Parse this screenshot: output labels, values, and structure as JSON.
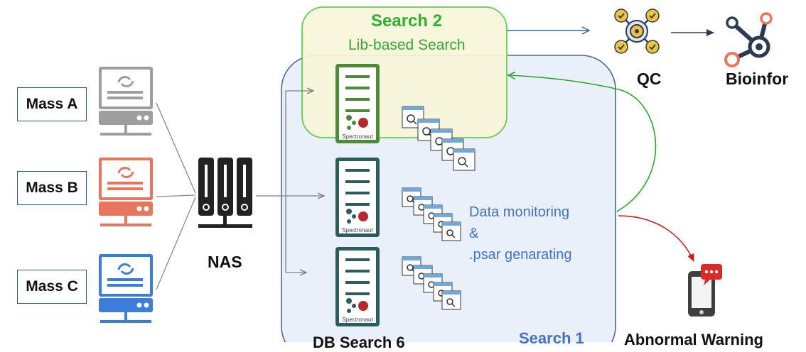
{
  "mass_labels": [
    "Mass A",
    "Mass B",
    "Mass C"
  ],
  "search2": {
    "title": "Search 2",
    "subtitle": "Lib-based Search"
  },
  "search1": {
    "title": "Search 1"
  },
  "nas_label": "NAS",
  "qc_label": "QC",
  "bioinfor_label": "Bioinfor",
  "monitoring": {
    "line1": "Data monitoring",
    "line2": "&",
    "line3": ".psar genarating"
  },
  "abnormal_label": "Abnormal Warning",
  "db_search_label": "DB Search 6",
  "server_brand": "Spectronaut",
  "colors": {
    "mass_a": "#9e9e9e",
    "mass_b": "#e8765e",
    "mass_c": "#3b7dd8",
    "search2_border": "#66cc55",
    "search2_fill": "#f7f6d9",
    "search1_border": "#4a6a8e",
    "search1_fill": "#eaf0f9",
    "server_green": "#4e8a3a",
    "server_teal": "#2e5b5b",
    "warning_red": "#c21f1f",
    "text_blue": "#4472c4"
  }
}
